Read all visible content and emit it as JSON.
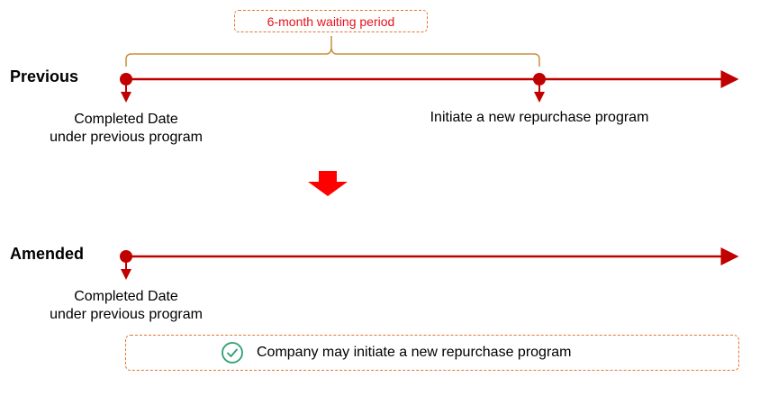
{
  "waiting_period": {
    "label": "6-month waiting period"
  },
  "previous": {
    "label": "Previous",
    "start_caption": [
      "Completed Date",
      "under previous program"
    ],
    "end_caption": "Initiate a new repurchase program"
  },
  "amended": {
    "label": "Amended",
    "start_caption": [
      "Completed Date",
      "under previous program"
    ],
    "result_text": "Company may initiate a new repurchase program"
  },
  "colors": {
    "timeline": "#c00000",
    "dashed_border": "#e8742a",
    "waiting_text": "#e8121a",
    "arrow_down": "#ff0000",
    "check_green": "#2e9e6b"
  },
  "icons": {
    "result_icon": "check-circle-icon"
  }
}
